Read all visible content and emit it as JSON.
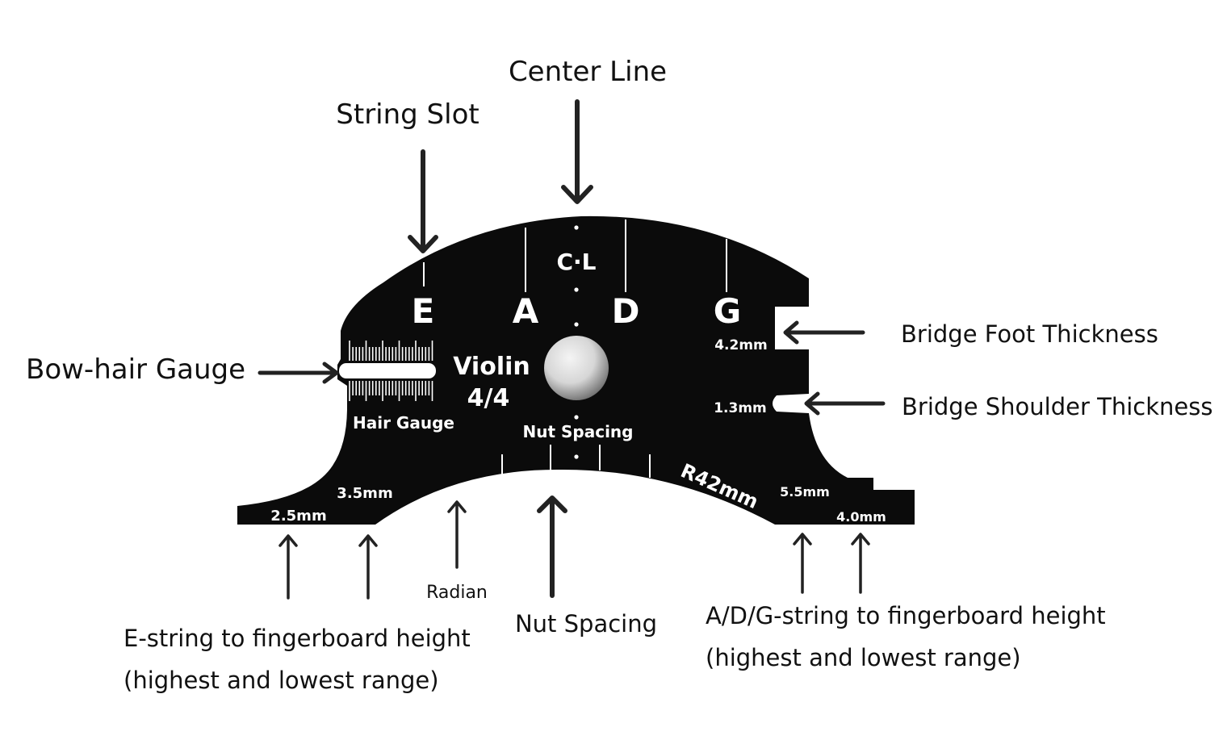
{
  "callouts": {
    "center_line": "Center Line",
    "string_slot": "String Slot",
    "bow_hair_gauge": "Bow-hair Gauge",
    "bridge_foot_thickness": "Bridge Foot Thickness",
    "bridge_shoulder_thickness": "Bridge Shoulder Thickness",
    "radian": "Radian",
    "nut_spacing": "Nut Spacing",
    "e_string_line1": "E-string to fingerboard height",
    "e_string_line2": "(highest and lowest range)",
    "adg_string_line1": "A/D/G-string to fingerboard height",
    "adg_string_line2": "(highest and lowest range)"
  },
  "tool": {
    "cl_mark": "C·L",
    "strings": [
      "E",
      "A",
      "D",
      "G"
    ],
    "instrument": "Violin",
    "size": "4/4",
    "hair_gauge": "Hair Gauge",
    "nut_spacing": "Nut Spacing",
    "radius": "R42mm",
    "foot_thickness": "4.2mm",
    "shoulder_thickness": "1.3mm",
    "e_low": "2.5mm",
    "e_high": "3.5mm",
    "adg_high": "5.5mm",
    "adg_low": "4.0mm",
    "body_color": "#0b0b0b",
    "ink_color": "#ffffff"
  }
}
